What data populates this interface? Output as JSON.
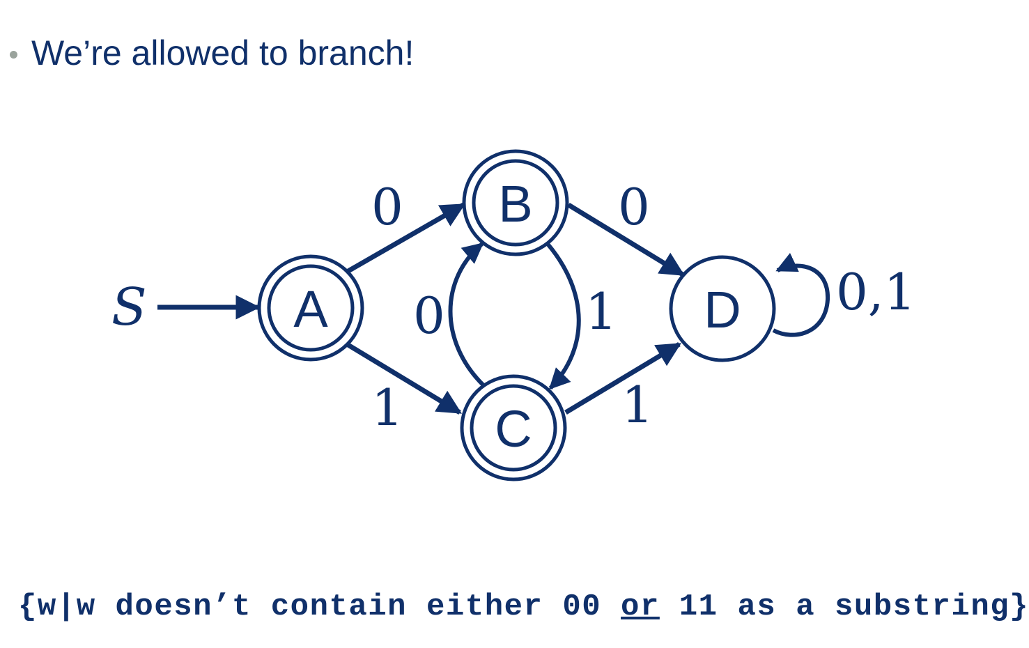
{
  "slide": {
    "bullet": "We’re allowed to branch!"
  },
  "automaton": {
    "start_label": "S",
    "states": [
      {
        "id": "A",
        "label": "A",
        "accepting": true
      },
      {
        "id": "B",
        "label": "B",
        "accepting": true
      },
      {
        "id": "C",
        "label": "C",
        "accepting": true
      },
      {
        "id": "D",
        "label": "D",
        "accepting": false
      }
    ],
    "transitions": [
      {
        "from": "A",
        "to": "B",
        "label": "0"
      },
      {
        "from": "A",
        "to": "C",
        "label": "1"
      },
      {
        "from": "B",
        "to": "D",
        "label": "0"
      },
      {
        "from": "C",
        "to": "D",
        "label": "1"
      },
      {
        "from": "C",
        "to": "B",
        "label": "0"
      },
      {
        "from": "B",
        "to": "C",
        "label": "1"
      },
      {
        "from": "D",
        "to": "D",
        "label": "0,1"
      }
    ]
  },
  "formula": {
    "prefix": "{w|w doesn’t contain either 00 ",
    "emphasis": "or",
    "suffix": " 11 as a substring}"
  },
  "colors": {
    "ink": "#10306a",
    "bullet": "#9aa39c"
  }
}
